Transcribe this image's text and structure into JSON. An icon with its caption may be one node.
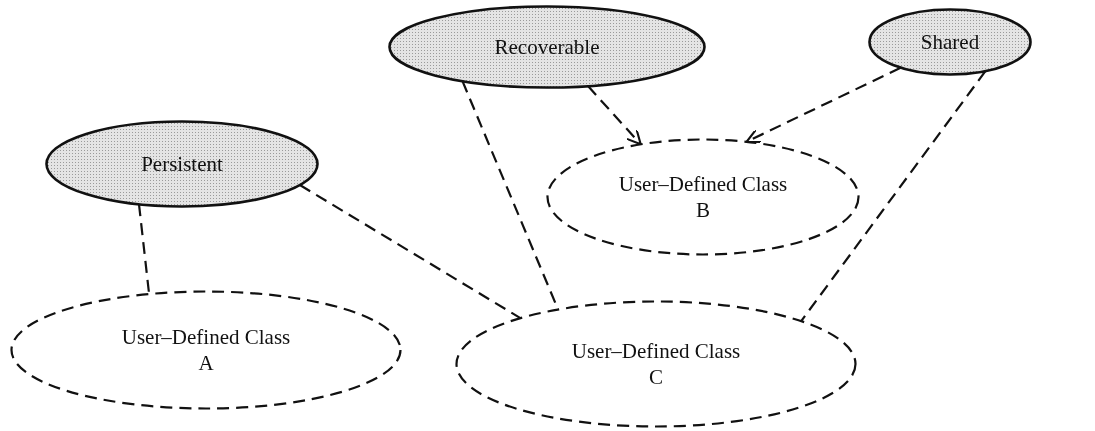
{
  "diagram": {
    "nodes": [
      {
        "text": [
          "Recoverable"
        ]
      },
      {
        "text": [
          "Shared"
        ]
      },
      {
        "text": [
          "Persistent"
        ]
      },
      {
        "text": [
          "User–Defined Class",
          "B"
        ]
      },
      {
        "text": [
          "User–Defined Class",
          "A"
        ]
      },
      {
        "text": [
          "User–Defined Class",
          "C"
        ]
      }
    ],
    "edges": [
      {
        "from": 2,
        "to": 4,
        "arrow": "none",
        "style": "dashed"
      },
      {
        "from": 2,
        "to": 5,
        "arrow": "none",
        "style": "dashed"
      },
      {
        "from": 0,
        "to": 5,
        "arrow": "none",
        "style": "dashed"
      },
      {
        "from": 0,
        "to": 3,
        "arrow": "to",
        "style": "dashed"
      },
      {
        "from": 1,
        "to": 3,
        "arrow": "to",
        "style": "dashed"
      },
      {
        "from": 1,
        "to": 5,
        "arrow": "none",
        "style": "dashed"
      }
    ]
  }
}
